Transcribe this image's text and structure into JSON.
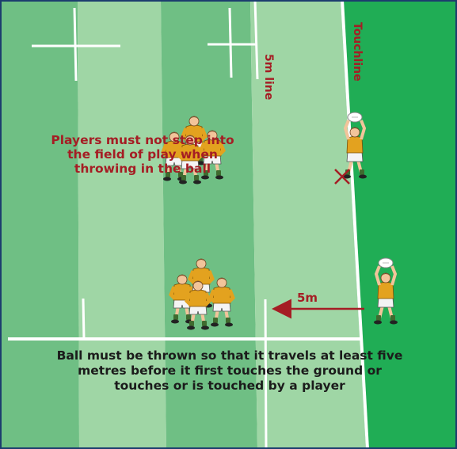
{
  "labels": {
    "touchline": "Touchline",
    "five_m_line": "5m line",
    "five_m_distance": "5m",
    "rule_step": "Players must not step into the field of play when throwing in the ball",
    "rule_ball": "Ball must be thrown so that it travels at least five metres before it first touches the ground or touches or is touched by a player"
  },
  "colors": {
    "stripe_dark": "#6fbf84",
    "stripe_light": "#9fd6a5",
    "touch_area": "#20ad55",
    "line_white": "#ffffff",
    "annotation_red": "#a51d24",
    "player_shirt": "#e3a21f",
    "player_shorts": "#f4f4f4",
    "player_socks": "#3f6b2f",
    "border": "#1c3d6e"
  },
  "lineouts": [
    {
      "name": "upper-lineout",
      "players": 4
    },
    {
      "name": "lower-lineout",
      "players": 4
    }
  ],
  "throwers": [
    {
      "name": "thrower-foul",
      "crossed_line": true
    },
    {
      "name": "thrower-legal",
      "crossed_line": false
    }
  ]
}
